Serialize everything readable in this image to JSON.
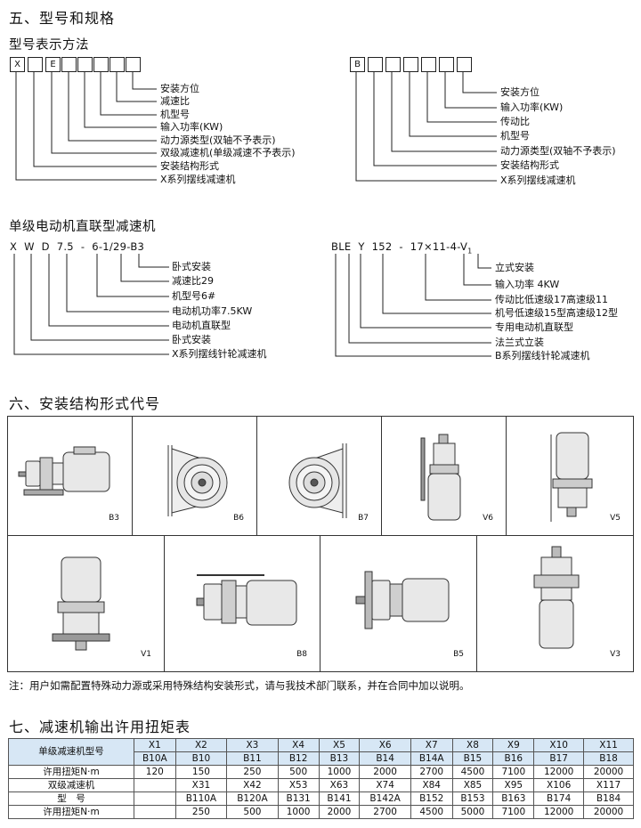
{
  "section5_title": "五、型号和规格",
  "model_notation_title": "型号表示方法",
  "x_code": {
    "boxes": [
      "X",
      "",
      "E",
      "",
      "",
      "",
      "",
      ""
    ],
    "labels": [
      "安装方位",
      "减速比",
      "机型号",
      "输入功率(KW)",
      "动力源类型(双轴不予表示)",
      "双级减速机(单级减速不予表示)",
      "安装结构形式",
      "X系列摆线减速机"
    ]
  },
  "b_code": {
    "boxes": [
      "B",
      "",
      "",
      "",
      "",
      "",
      ""
    ],
    "labels": [
      "安装方位",
      "输入功率(KW)",
      "传动比",
      "机型号",
      "动力源类型(双轴不予表示)",
      "安装结构形式",
      "X系列摆线减速机"
    ]
  },
  "single_stage_title": "单级电动机直联型减速机",
  "x_example": {
    "code": "X  W  D  7.5  -  6-1/29-B3",
    "labels": [
      "卧式安装",
      "减速比29",
      "机型号6#",
      "电动机功率7.5KW",
      "电动机直联型",
      "卧式安装",
      "X系列摆线针轮减速机"
    ]
  },
  "b_example": {
    "code": "BLE  Y  152  -  17×11-4-V",
    "code_sub": "1",
    "labels": [
      "立式安装",
      "输入功率 4KW",
      "传动比低速级17高速级11",
      "机号低速级15型高速级12型",
      "专用电动机直联型",
      "法兰式立装",
      "B系列摆线针轮减速机"
    ]
  },
  "section6_title": "六、安装结构形式代号",
  "mount_codes_row1": [
    "B3",
    "B6",
    "B7",
    "V6",
    "V5"
  ],
  "mount_codes_row2": [
    "V1",
    "B8",
    "B5",
    "V3"
  ],
  "note": "注：用户如需配置特殊动力源或采用特殊结构安装形式，请与我技术部门联系，并在合同中加以说明。",
  "section7_title": "七、减速机输出许用扭矩表",
  "torque_table": {
    "row_label_1": "单级减速机型号",
    "row_label_2": "许用扭矩N·m",
    "row_label_3": "双级减速机",
    "row_label_4": "型　号",
    "row_label_5": "许用扭矩N·m",
    "x_models": [
      "X1",
      "X2",
      "X3",
      "X4",
      "X5",
      "X6",
      "X7",
      "X8",
      "X9",
      "X10",
      "X11"
    ],
    "b_models": [
      "B10A",
      "B10",
      "B11",
      "B12",
      "B13",
      "B14",
      "B14A",
      "B15",
      "B16",
      "B17",
      "B18"
    ],
    "torque_single": [
      "120",
      "150",
      "250",
      "500",
      "1000",
      "2000",
      "2700",
      "4500",
      "7100",
      "12000",
      "20000"
    ],
    "x_double": [
      "",
      "X31",
      "X42",
      "X53",
      "X63",
      "X74",
      "X84",
      "X85",
      "X95",
      "X106",
      "X117"
    ],
    "b_double": [
      "",
      "B110A",
      "B120A",
      "B131",
      "B141",
      "B142A",
      "B152",
      "B153",
      "B163",
      "B174",
      "B184"
    ],
    "torque_double": [
      "",
      "250",
      "500",
      "1000",
      "2000",
      "2700",
      "4500",
      "5000",
      "7100",
      "12000",
      "20000"
    ]
  },
  "colors": {
    "header_fill": "#d7e7f5",
    "line": "#222222"
  }
}
